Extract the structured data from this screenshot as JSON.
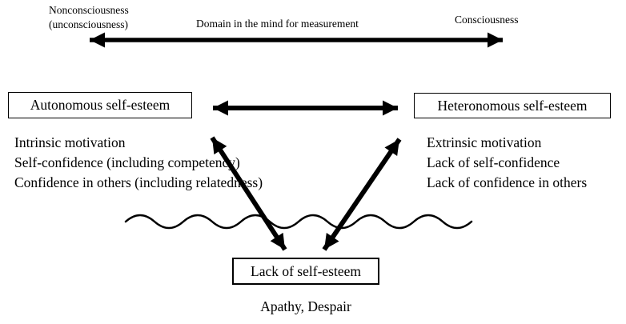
{
  "diagram": {
    "top_axis": {
      "left_label_line1": "Nonconsciousness",
      "left_label_line2": "(unconsciousness)",
      "center_label": "Domain in the mind for measurement",
      "right_label": "Consciousness"
    },
    "boxes": {
      "autonomous": "Autonomous self-esteem",
      "heteronomous": "Heteronomous self-esteem",
      "lack": "Lack of self-esteem"
    },
    "left_list": [
      "Intrinsic motivation",
      "Self-confidence (including competency)",
      "Confidence in others (including relatedness)"
    ],
    "right_list": [
      "Extrinsic motivation",
      "Lack of self-confidence",
      "Lack of confidence in others"
    ],
    "bottom_label": "Apathy, Despair",
    "colors": {
      "ink": "#000000",
      "background": "#ffffff"
    }
  }
}
